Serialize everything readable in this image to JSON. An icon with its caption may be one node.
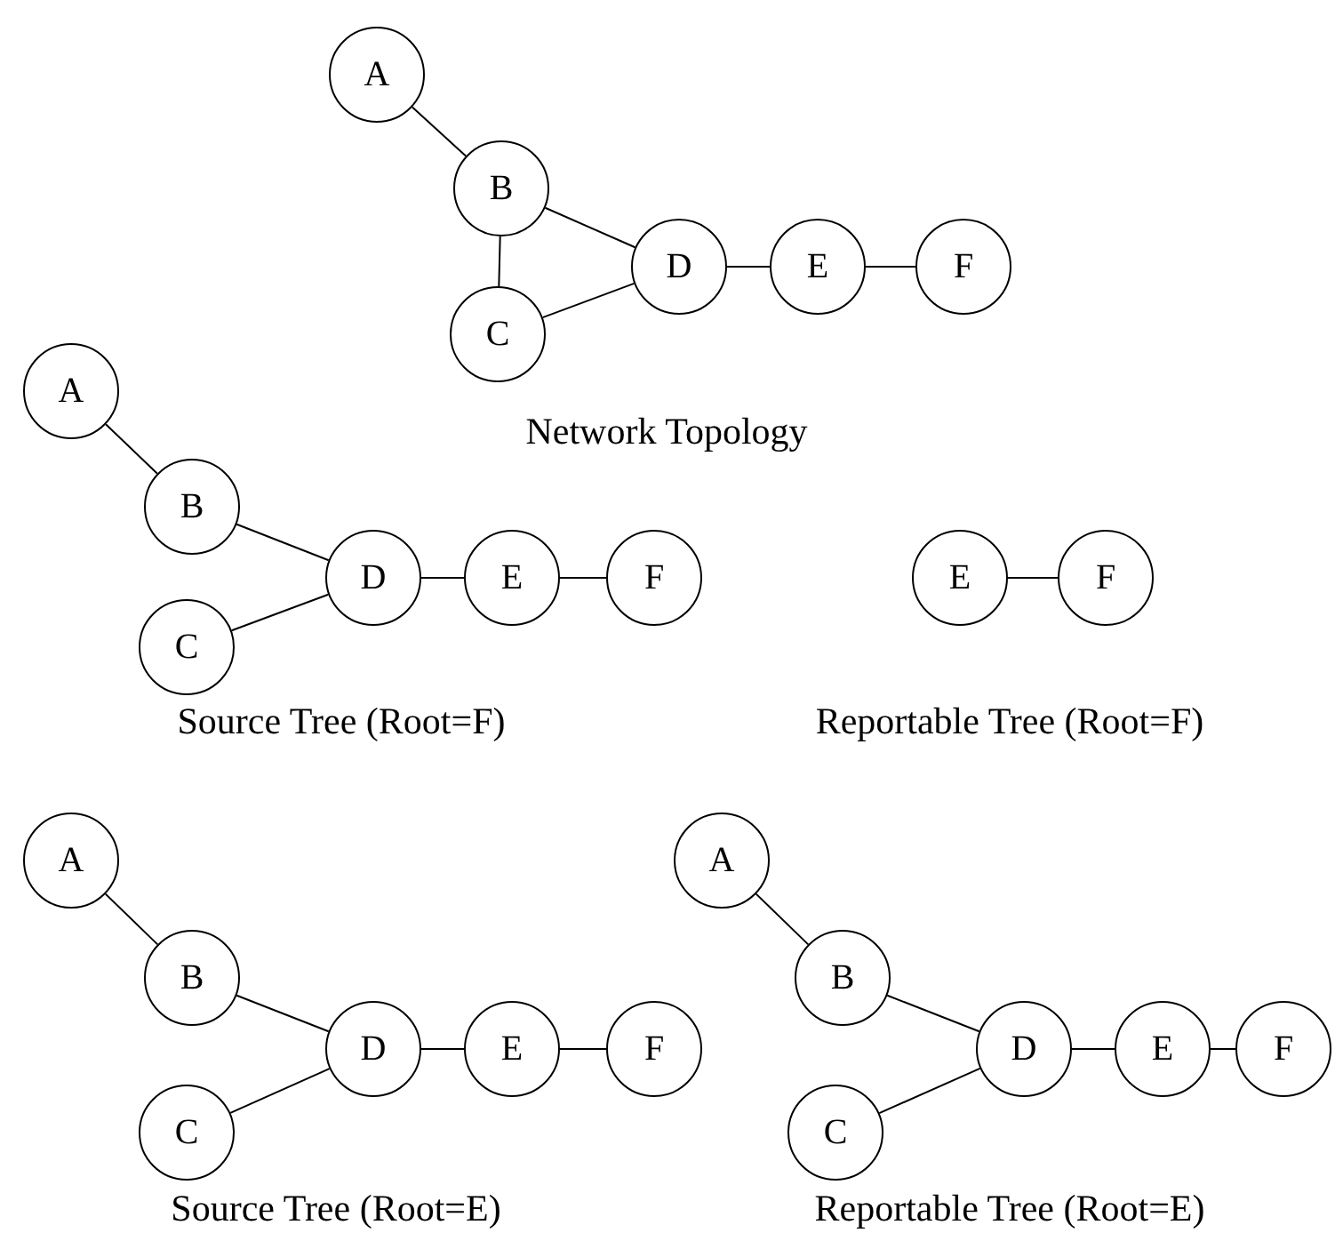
{
  "diagram": {
    "nodes": [
      {
        "text": [
          "A"
        ]
      },
      {
        "text": [
          "B"
        ]
      },
      {
        "text": [
          "C"
        ]
      },
      {
        "text": [
          "D"
        ]
      },
      {
        "text": [
          "E"
        ]
      },
      {
        "text": [
          "F"
        ]
      },
      {
        "text": [
          "A"
        ]
      },
      {
        "text": [
          "B"
        ]
      },
      {
        "text": [
          "C"
        ]
      },
      {
        "text": [
          "D"
        ]
      },
      {
        "text": [
          "E"
        ]
      },
      {
        "text": [
          "F"
        ]
      },
      {
        "text": [
          "E"
        ]
      },
      {
        "text": [
          "F"
        ]
      },
      {
        "text": [
          "A"
        ]
      },
      {
        "text": [
          "B"
        ]
      },
      {
        "text": [
          "C"
        ]
      },
      {
        "text": [
          "D"
        ]
      },
      {
        "text": [
          "E"
        ]
      },
      {
        "text": [
          "F"
        ]
      },
      {
        "text": [
          "A"
        ]
      },
      {
        "text": [
          "B"
        ]
      },
      {
        "text": [
          "C"
        ]
      },
      {
        "text": [
          "D"
        ]
      },
      {
        "text": [
          "E"
        ]
      },
      {
        "text": [
          "F"
        ]
      }
    ],
    "edges": [
      {
        "from": 0,
        "to": 1,
        "arrow": "none"
      },
      {
        "from": 1,
        "to": 2,
        "arrow": "none"
      },
      {
        "from": 1,
        "to": 3,
        "arrow": "none"
      },
      {
        "from": 2,
        "to": 3,
        "arrow": "none"
      },
      {
        "from": 3,
        "to": 4,
        "arrow": "none"
      },
      {
        "from": 4,
        "to": 5,
        "arrow": "none"
      },
      {
        "from": 6,
        "to": 7,
        "arrow": "none"
      },
      {
        "from": 7,
        "to": 9,
        "arrow": "none"
      },
      {
        "from": 8,
        "to": 9,
        "arrow": "none"
      },
      {
        "from": 9,
        "to": 10,
        "arrow": "none"
      },
      {
        "from": 10,
        "to": 11,
        "arrow": "none"
      },
      {
        "from": 12,
        "to": 13,
        "arrow": "none"
      },
      {
        "from": 14,
        "to": 15,
        "arrow": "none"
      },
      {
        "from": 15,
        "to": 17,
        "arrow": "none"
      },
      {
        "from": 16,
        "to": 17,
        "arrow": "none"
      },
      {
        "from": 17,
        "to": 18,
        "arrow": "none"
      },
      {
        "from": 18,
        "to": 19,
        "arrow": "none"
      },
      {
        "from": 20,
        "to": 21,
        "arrow": "none"
      },
      {
        "from": 21,
        "to": 23,
        "arrow": "none"
      },
      {
        "from": 22,
        "to": 23,
        "arrow": "none"
      },
      {
        "from": 23,
        "to": 24,
        "arrow": "none"
      },
      {
        "from": 24,
        "to": 25,
        "arrow": "none"
      }
    ],
    "labels": [
      "Network Topology",
      "Source Tree (Root=F)",
      "Reportable Tree (Root=F)",
      "Source Tree (Root=E)",
      "Reportable Tree (Root=E)"
    ]
  }
}
